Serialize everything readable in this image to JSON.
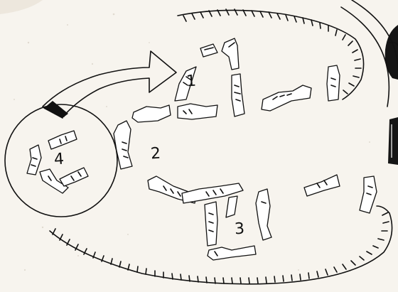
{
  "labels": {
    "group1": "1",
    "group2": "2",
    "group3": "3",
    "group4": "4"
  },
  "colors": {
    "ink": "#111111",
    "paper": "#f7f4ee",
    "bone_fill": "#ffffff"
  }
}
